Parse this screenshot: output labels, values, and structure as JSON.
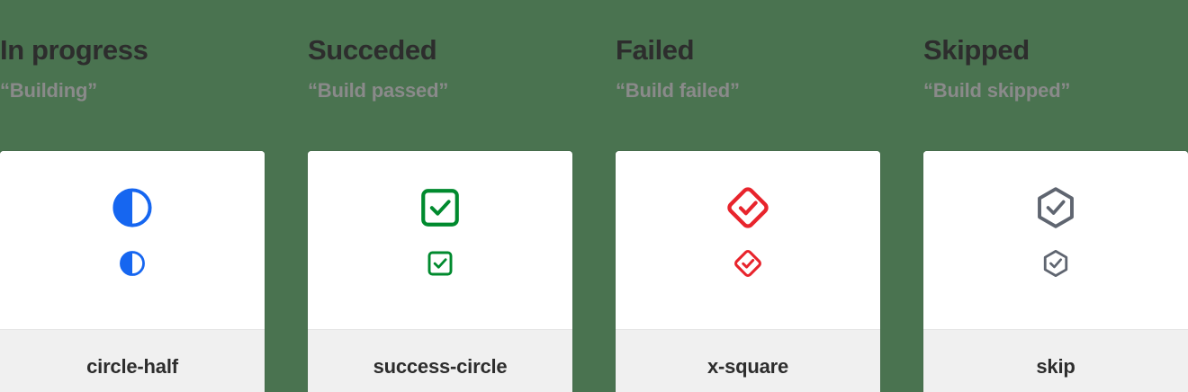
{
  "page": {
    "background_color": "#4a7350"
  },
  "columns": [
    {
      "title": "In progress",
      "subtitle": "“Building”",
      "icon_name": "circle-half",
      "icon_label": "circle-half",
      "icon_color": "#1666f0",
      "card_background": "#ffffff",
      "footer_background": "#f0f0f0"
    },
    {
      "title": "Succeded",
      "subtitle": "“Build passed”",
      "icon_name": "success-circle",
      "icon_label": "success-circle",
      "icon_color": "#008a2e",
      "card_background": "#ffffff",
      "footer_background": "#f0f0f0"
    },
    {
      "title": "Failed",
      "subtitle": "“Build failed”",
      "icon_name": "x-square",
      "icon_label": "x-square",
      "icon_color": "#e8242c",
      "card_background": "#ffffff",
      "footer_background": "#f0f0f0"
    },
    {
      "title": "Skipped",
      "subtitle": "“Build skipped”",
      "icon_name": "skip",
      "icon_label": "skip",
      "icon_color": "#5f6570",
      "card_background": "#ffffff",
      "footer_background": "#f0f0f0"
    }
  ]
}
